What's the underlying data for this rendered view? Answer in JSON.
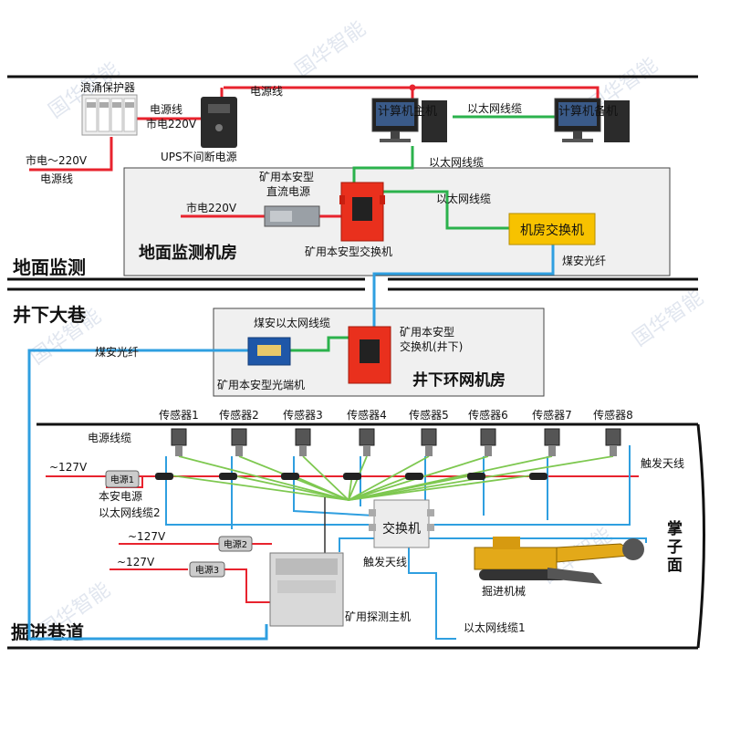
{
  "watermark": "国华智能",
  "colors": {
    "power": "#e8232e",
    "ethernet": "#2bb24c",
    "fiber": "#2f9fe0",
    "sensor_link": "#7ec850",
    "switch_red": "#e9301d",
    "room_switch": "#f7c200"
  },
  "zones": {
    "surface": "地面监测",
    "shaft": "井下大巷",
    "heading": "掘进巷道",
    "face": "掌子面"
  },
  "rooms": {
    "surface_room": "地面监测机房",
    "ring_room": "井下环网机房"
  },
  "devices": {
    "surge": "浪涌保护器",
    "ups": "UPS不间断电源",
    "pc_main": "计算机主机",
    "pc_backup": "计算机备机",
    "dc_power": "矿用本安型\n直流电源",
    "mine_switch": "矿用本安型交换机",
    "room_switch": "机房交换机",
    "optical": "矿用本安型光端机",
    "switch_ug": "矿用本安型\n交换机(井下)",
    "host": "矿用探测主机",
    "inner_switch": "交换机",
    "machine": "掘进机械",
    "psu_label": "电源1",
    "psu2_label": "电源2",
    "psu3_label": "电源3",
    "intrinsic_psu": "本安电源"
  },
  "cables": {
    "power_line": "电源线",
    "mains_220": "市电220V",
    "mains_220_tilde": "市电～220V",
    "ethernet": "以太网线缆",
    "coal_eth": "煤安以太网线缆",
    "coal_fiber": "煤安光纤",
    "power_cable": "电源线缆",
    "v127": "~127V",
    "eth2": "以太网线缆2",
    "eth1": "以太网线缆1",
    "trigger": "触发天线"
  },
  "sensors": [
    "传感器1",
    "传感器2",
    "传感器3",
    "传感器4",
    "传感器5",
    "传感器6",
    "传感器7",
    "传感器8"
  ]
}
